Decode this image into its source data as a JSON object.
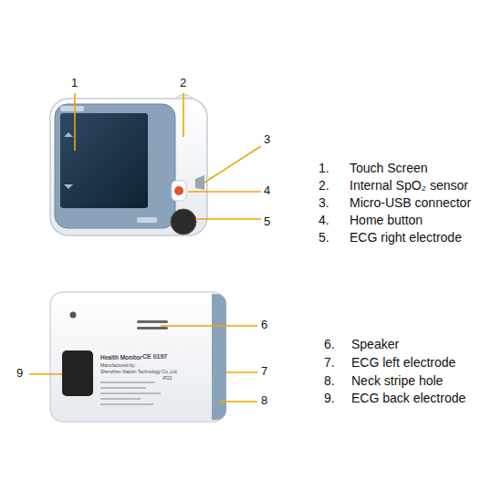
{
  "diagram": {
    "labels": [
      "1",
      "2",
      "3",
      "4",
      "5",
      "1.",
      "Touch Screen",
      "2.",
      "Internal SpO₂ sensor",
      "3.",
      "Micro-USB connector",
      "4.",
      "Home button",
      "5.",
      "ECG right electrode",
      "6",
      "7",
      "8",
      "9",
      "6.",
      "Speaker",
      "7.",
      "ECG left electrode",
      "8.",
      "Neck stripe hole",
      "9.",
      "ECG back electrode",
      "Health Monitor",
      "CE 0197",
      "Manufactured by:",
      "Shenzhen Viatom Technology Co.,Ltd.",
      "IP22"
    ]
  }
}
